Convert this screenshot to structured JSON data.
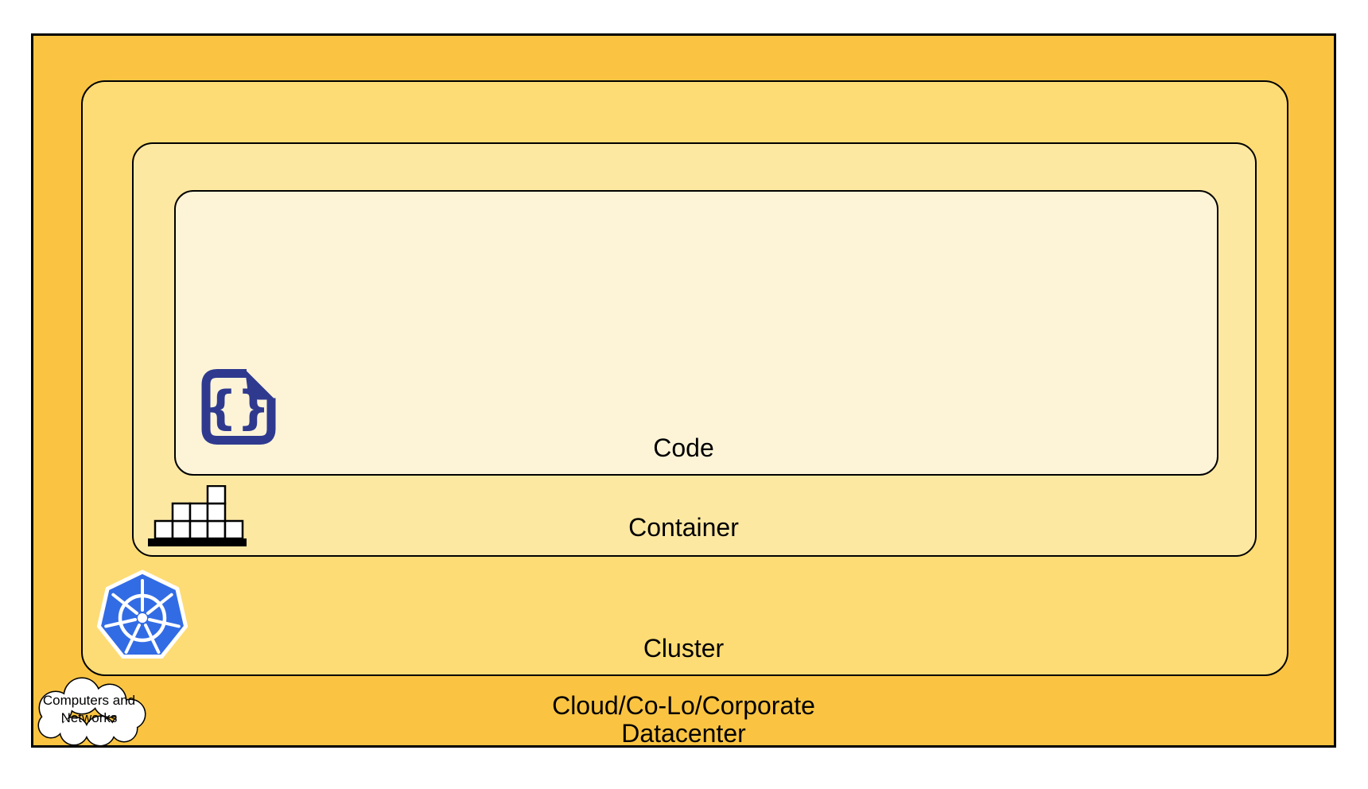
{
  "diagram": {
    "layers": {
      "code": {
        "label": "Code",
        "fill": "#FDF4D8"
      },
      "container": {
        "label": "Container",
        "fill": "#FDE8A2"
      },
      "cluster": {
        "label": "Cluster",
        "fill": "#FDDC75"
      },
      "datacenter": {
        "label_line1": "Cloud/Co-Lo/Corporate",
        "label_line2": "Datacenter",
        "fill": "#FAC442"
      }
    },
    "bubble": {
      "line1": "Computers and",
      "line2": "Networks"
    },
    "icons": {
      "code_file": "code-file-icon",
      "code_file_glyph": "{}",
      "container_blocks": "container-blocks-icon",
      "kubernetes": "kubernetes-helm-icon",
      "computers_networks": "cloud-bubble-icon"
    },
    "colors": {
      "border": "#000000",
      "text": "#000000",
      "kubernetes_blue": "#326CE5",
      "code_icon_navy": "#2F3A8F",
      "block_fill": "#FFFFFF"
    }
  }
}
